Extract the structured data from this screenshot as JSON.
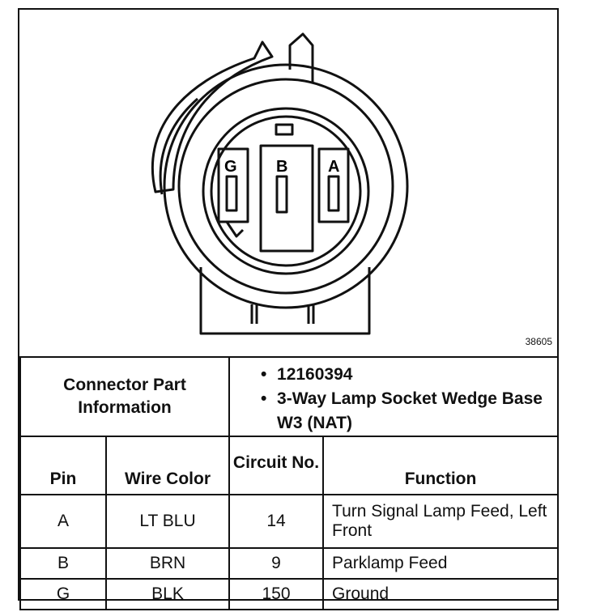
{
  "figure_number": "38605",
  "pin_labels": [
    "G",
    "B",
    "A"
  ],
  "connector_info": {
    "label": "Connector Part Information",
    "items": [
      "12160394",
      "3-Way Lamp Socket Wedge Base W3 (NAT)"
    ]
  },
  "columns": [
    "Pin",
    "Wire Color",
    "Circuit No.",
    "Function"
  ],
  "rows": [
    {
      "pin": "A",
      "wire_color": "LT BLU",
      "circuit": "14",
      "function": "Turn Signal Lamp Feed, Left Front"
    },
    {
      "pin": "B",
      "wire_color": "BRN",
      "circuit": "9",
      "function": "Parklamp Feed"
    },
    {
      "pin": "G",
      "wire_color": "BLK",
      "circuit": "150",
      "function": "Ground"
    }
  ]
}
